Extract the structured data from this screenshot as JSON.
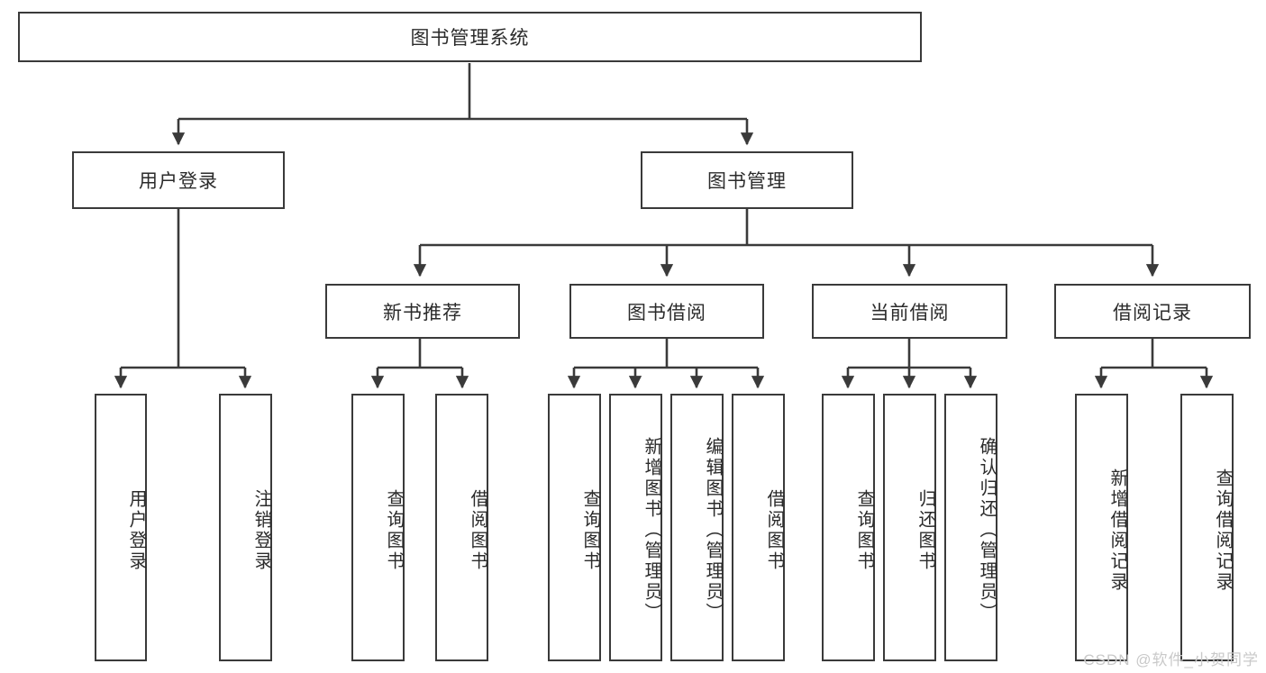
{
  "diagram": {
    "type": "tree",
    "title": "图书管理系统",
    "watermark": "CSDN @软件_小贺同学",
    "colors": {
      "stroke": "#3a3a3a",
      "fill": "#ffffff",
      "text": "#2b2b2b",
      "watermark": "#c9c9c9"
    },
    "levels": {
      "root": {
        "label": "图书管理系统"
      },
      "level2": [
        {
          "id": "user-login",
          "label": "用户登录"
        },
        {
          "id": "book-manage",
          "label": "图书管理"
        }
      ],
      "level3": [
        {
          "id": "new-book-recommend",
          "label": "新书推荐",
          "parent": "book-manage"
        },
        {
          "id": "book-borrow",
          "label": "图书借阅",
          "parent": "book-manage"
        },
        {
          "id": "current-borrow",
          "label": "当前借阅",
          "parent": "book-manage"
        },
        {
          "id": "borrow-record",
          "label": "借阅记录",
          "parent": "book-manage"
        }
      ],
      "leaves": [
        {
          "id": "leaf-user-login",
          "label": "用户登录",
          "parent": "user-login"
        },
        {
          "id": "leaf-user-logout",
          "label": "注销登录",
          "parent": "user-login"
        },
        {
          "id": "leaf-query-book-1",
          "label": "查询图书",
          "parent": "new-book-recommend"
        },
        {
          "id": "leaf-borrow-book-1",
          "label": "借阅图书",
          "parent": "new-book-recommend"
        },
        {
          "id": "leaf-query-book-2",
          "label": "查询图书",
          "parent": "book-borrow"
        },
        {
          "id": "leaf-add-book",
          "label": "新增图书（管理员）",
          "parent": "book-borrow"
        },
        {
          "id": "leaf-edit-book",
          "label": "编辑图书（管理员）",
          "parent": "book-borrow"
        },
        {
          "id": "leaf-borrow-book-2",
          "label": "借阅图书",
          "parent": "book-borrow"
        },
        {
          "id": "leaf-query-book-3",
          "label": "查询图书",
          "parent": "current-borrow"
        },
        {
          "id": "leaf-return-book",
          "label": "归还图书",
          "parent": "current-borrow"
        },
        {
          "id": "leaf-confirm-return",
          "label": "确认归还（管理员）",
          "parent": "current-borrow"
        },
        {
          "id": "leaf-add-record",
          "label": "新增借阅记录",
          "parent": "borrow-record"
        },
        {
          "id": "leaf-query-record",
          "label": "查询借阅记录",
          "parent": "borrow-record"
        }
      ]
    }
  }
}
